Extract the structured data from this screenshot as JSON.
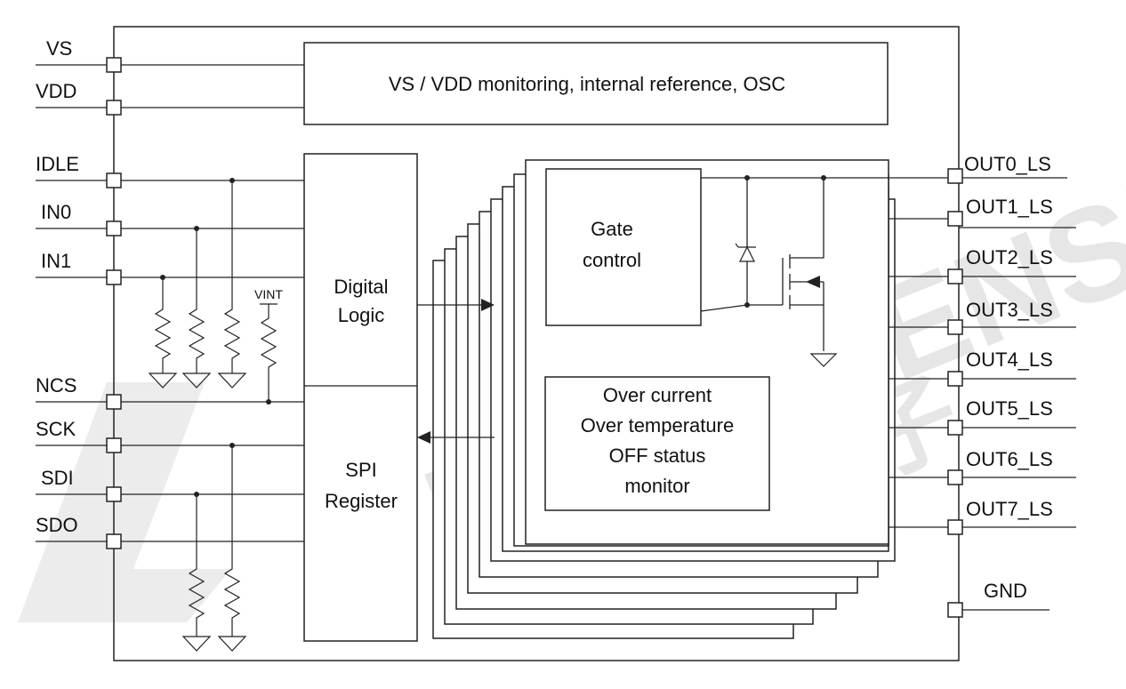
{
  "watermark": {
    "brand": "NOVOSENSE",
    "chinese": "纳芯微电子"
  },
  "left_pins": [
    {
      "label": "VS"
    },
    {
      "label": "VDD"
    },
    {
      "label": "IDLE"
    },
    {
      "label": "IN0"
    },
    {
      "label": "IN1"
    },
    {
      "label": "NCS"
    },
    {
      "label": "SCK"
    },
    {
      "label": "SDI"
    },
    {
      "label": "SDO"
    }
  ],
  "right_pins": [
    {
      "label": "OUT0_LS"
    },
    {
      "label": "OUT1_LS"
    },
    {
      "label": "OUT2_LS"
    },
    {
      "label": "OUT3_LS"
    },
    {
      "label": "OUT4_LS"
    },
    {
      "label": "OUT5_LS"
    },
    {
      "label": "OUT6_LS"
    },
    {
      "label": "OUT7_LS"
    },
    {
      "label": "GND"
    }
  ],
  "blocks": {
    "monitor": "VS / VDD monitoring, internal reference, OSC",
    "digital_logic": [
      "Digital",
      "Logic"
    ],
    "spi_register": [
      "SPI",
      "Register"
    ],
    "gate_control": [
      "Gate",
      "control"
    ],
    "protection": [
      "Over current",
      "Over temperature",
      "OFF status",
      "monitor"
    ]
  },
  "vint_label": "VINT"
}
